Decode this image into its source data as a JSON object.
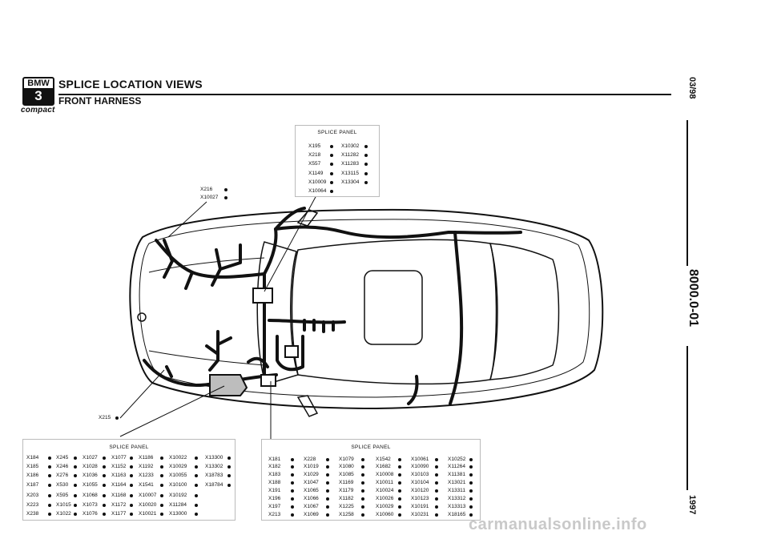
{
  "header": {
    "logo_text": "BMW",
    "logo_number": "3",
    "logo_sub": "compact",
    "title": "SPLICE LOCATION VIEWS",
    "subtitle": "FRONT HARNESS"
  },
  "side": {
    "date": "03/98",
    "code": "8000.0-01",
    "year": "1997"
  },
  "panels": {
    "top": {
      "title": "SPLICE PANEL",
      "rows": [
        [
          "X195",
          "X10302"
        ],
        [
          "X218",
          "X11282"
        ],
        [
          "X557",
          "X11283"
        ],
        [
          "X1149",
          "X13115"
        ],
        [
          "X10009",
          "X13304"
        ],
        [
          "X10064",
          ""
        ]
      ]
    },
    "bottom_left": {
      "title": "SPLICE PANEL",
      "columns": [
        [
          "X184",
          "X185",
          "X186",
          "X187",
          "X203",
          "X223",
          "X238"
        ],
        [
          "X245",
          "X246",
          "X276",
          "X530",
          "X595",
          "X1015",
          "X1022"
        ],
        [
          "X1027",
          "X1028",
          "X1036",
          "X1055",
          "X1068",
          "X1073",
          "X1076"
        ],
        [
          "X1077",
          "X1152",
          "X1163",
          "X1164",
          "X1168",
          "X1172",
          "X1177"
        ],
        [
          "X1186",
          "X1192",
          "X1233",
          "X1541",
          "X10007",
          "X10020",
          "X10021"
        ],
        [
          "X10022",
          "X10029",
          "X10055",
          "X10100",
          "X10192",
          "X11284",
          "X13000"
        ],
        [
          "X13300",
          "X13302",
          "X18783",
          "X18784",
          "",
          "",
          ""
        ]
      ]
    },
    "bottom_right": {
      "title": "SPLICE PANEL",
      "columns": [
        [
          "X181",
          "X182",
          "X183",
          "X188",
          "X191",
          "X196",
          "X197",
          "X213"
        ],
        [
          "X228",
          "X1019",
          "X1029",
          "X1047",
          "X1065",
          "X1066",
          "X1067",
          "X1069"
        ],
        [
          "X1079",
          "X1080",
          "X1085",
          "X1169",
          "X1179",
          "X1182",
          "X1225",
          "X1258"
        ],
        [
          "X1542",
          "X1682",
          "X10008",
          "X10011",
          "X10024",
          "X10026",
          "X10029",
          "X10060"
        ],
        [
          "X10061",
          "X10090",
          "X10103",
          "X10104",
          "X10120",
          "X10123",
          "X10191",
          "X10231"
        ],
        [
          "X10252",
          "X11264",
          "X11381",
          "X13021",
          "X13311",
          "X13312",
          "X13313",
          "X18165"
        ]
      ]
    }
  },
  "callouts": {
    "upper_left": [
      "X216",
      "X10027"
    ],
    "lower_left": "X215"
  },
  "watermark": "carmanualsonline.info"
}
